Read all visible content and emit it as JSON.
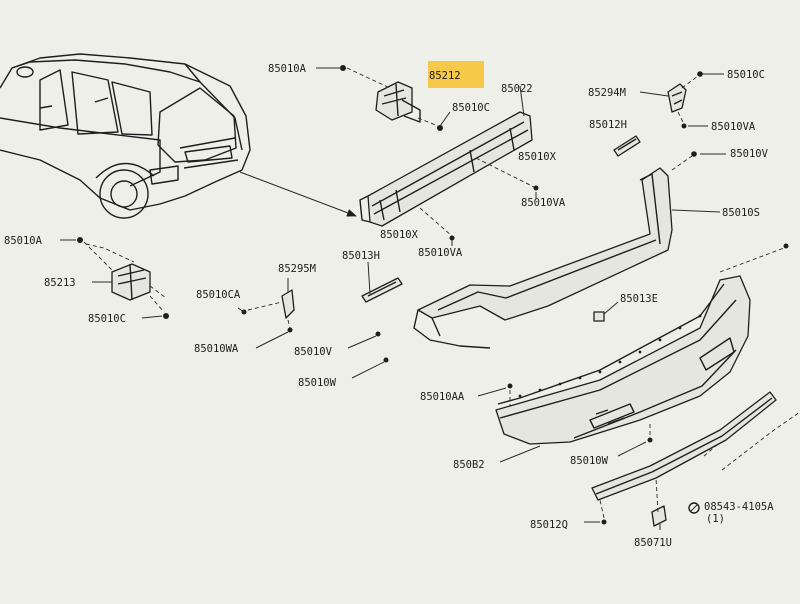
{
  "diagram": {
    "highlight_color": "#f6c94a",
    "callouts": {
      "c1": "85010A",
      "c2": "85212",
      "c3": "85010C",
      "c4": "85022",
      "c5": "85294M",
      "c6": "85010C",
      "c7": "85012H",
      "c8": "85010VA",
      "c9": "85010V",
      "c10": "85010X",
      "c11": "85010VA",
      "c12": "85010S",
      "c13": "85010A",
      "c14": "85213",
      "c15": "85010C",
      "c16": "85010X",
      "c17": "85010VA",
      "c18": "85013H",
      "c19": "85295M",
      "c20": "85010CA",
      "c21": "85010WA",
      "c22": "85013E",
      "c23": "85010V",
      "c24": "85010W",
      "c25": "85010AA",
      "c26": "850B2",
      "c27": "85010W",
      "c28": "08543-4105A",
      "c29": "(1)",
      "c30": "85012Q",
      "c31": "85071U"
    }
  }
}
